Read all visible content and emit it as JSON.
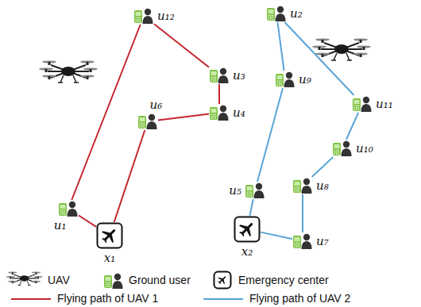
{
  "diagram": {
    "nodes": [
      {
        "text": [
          "u₁₂"
        ]
      },
      {
        "text": [
          "u₂"
        ]
      },
      {
        "text": [
          "u₃"
        ]
      },
      {
        "text": [
          "u₉"
        ]
      },
      {
        "text": [
          "u₁"
        ]
      },
      {
        "text": [
          "u₁₁"
        ]
      },
      {
        "text": [
          "u₄"
        ]
      },
      {
        "text": [
          "u₆"
        ]
      },
      {
        "text": [
          "u₁₀"
        ]
      },
      {
        "text": [
          "u₅"
        ]
      },
      {
        "text": [
          "u₈"
        ]
      },
      {
        "text": [
          "x₁"
        ]
      },
      {
        "text": [
          "x₂"
        ]
      },
      {
        "text": [
          "u₇"
        ]
      }
    ],
    "edges": [
      {
        "from": 11,
        "to": 4,
        "arrow": "none"
      },
      {
        "from": 4,
        "to": 0,
        "arrow": "none"
      },
      {
        "from": 0,
        "to": 2,
        "arrow": "none"
      },
      {
        "from": 2,
        "to": 6,
        "arrow": "none"
      },
      {
        "from": 6,
        "to": 7,
        "arrow": "none"
      },
      {
        "from": 7,
        "to": 11,
        "arrow": "none"
      },
      {
        "from": 12,
        "to": 9,
        "arrow": "none"
      },
      {
        "from": 9,
        "to": 3,
        "arrow": "none"
      },
      {
        "from": 3,
        "to": 1,
        "arrow": "none"
      },
      {
        "from": 1,
        "to": 5,
        "arrow": "none"
      },
      {
        "from": 5,
        "to": 8,
        "arrow": "none"
      },
      {
        "from": 8,
        "to": 10,
        "arrow": "none"
      },
      {
        "from": 10,
        "to": 13,
        "arrow": "none"
      },
      {
        "from": 13,
        "to": 12,
        "arrow": "none"
      }
    ],
    "legend": [
      {
        "text": "UAV"
      },
      {
        "text": "Ground user"
      },
      {
        "text": "Emergency center"
      },
      {
        "text": "Flying path of UAV 1"
      },
      {
        "text": "Flying path of UAV 2"
      }
    ]
  }
}
